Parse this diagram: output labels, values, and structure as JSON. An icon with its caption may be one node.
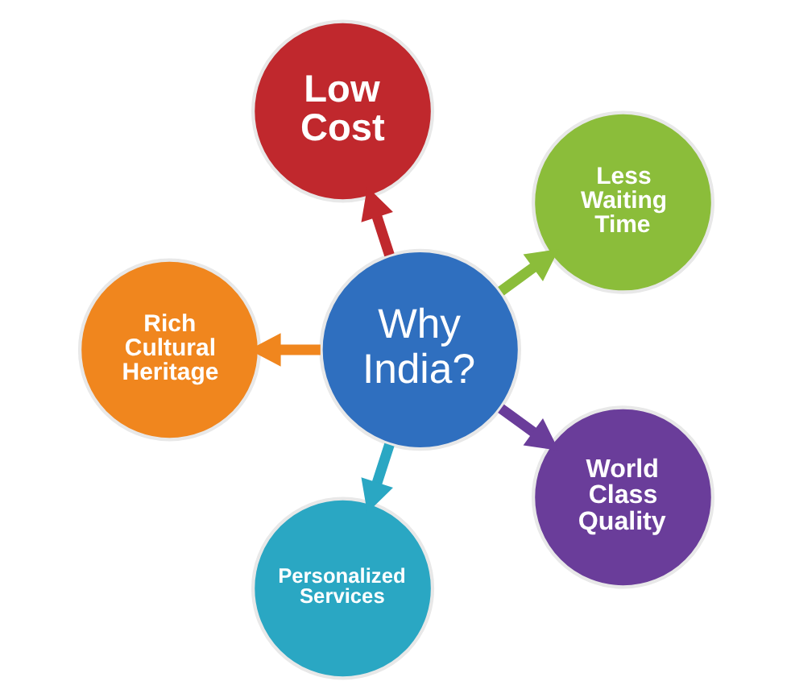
{
  "diagram": {
    "nodes": [
      {
        "text": [
          "Low Cost"
        ]
      },
      {
        "text": [
          "Rich Cultural Heritage"
        ]
      },
      {
        "text": [
          "Why India?"
        ]
      },
      {
        "text": [
          "Less Waiting Time"
        ]
      },
      {
        "text": [
          "Personalized Services"
        ]
      },
      {
        "text": [
          "World Class Quality"
        ]
      }
    ],
    "edges": [
      {
        "from": 2,
        "to": 0,
        "arrow": "to",
        "color": "#c0282d"
      },
      {
        "from": 2,
        "to": 3,
        "arrow": "to",
        "color": "#8bbd3a"
      },
      {
        "from": 2,
        "to": 5,
        "arrow": "to",
        "color": "#6a3d9a"
      },
      {
        "from": 2,
        "to": 4,
        "arrow": "to",
        "color": "#2aa7c3"
      },
      {
        "from": 2,
        "to": 1,
        "arrow": "to",
        "color": "#f0861e"
      }
    ]
  }
}
